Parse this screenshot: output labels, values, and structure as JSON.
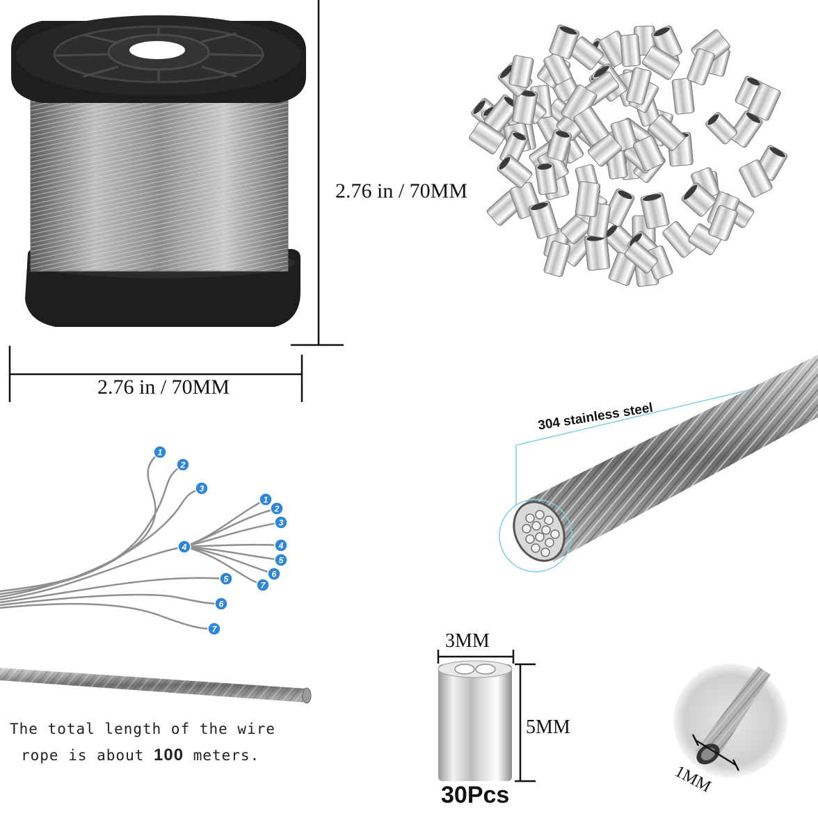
{
  "spool": {
    "height_label": "2.76 in / 70MM",
    "width_label": "2.76 in / 70MM"
  },
  "strands": {
    "left_numbers": [
      "1",
      "2",
      "3",
      "4",
      "5",
      "6",
      "7"
    ],
    "right_numbers": [
      "1",
      "2",
      "3",
      "4",
      "5",
      "6",
      "7"
    ]
  },
  "rope": {
    "caption_line1": "The total length of the wire",
    "caption_line2_prefix": "rope is about",
    "caption_value": "100",
    "caption_line2_suffix": "meters."
  },
  "cable": {
    "material_label": "304 stainless steel"
  },
  "sleeve": {
    "width_label": "3MM",
    "height_label": "5MM",
    "count_label": "30Pcs"
  },
  "closeup": {
    "diameter_label": "1MM"
  },
  "colors": {
    "badge_blue": "#2f86d6",
    "spool_black": "#1e1e1e",
    "accent_cyan": "#7ecfe0"
  }
}
